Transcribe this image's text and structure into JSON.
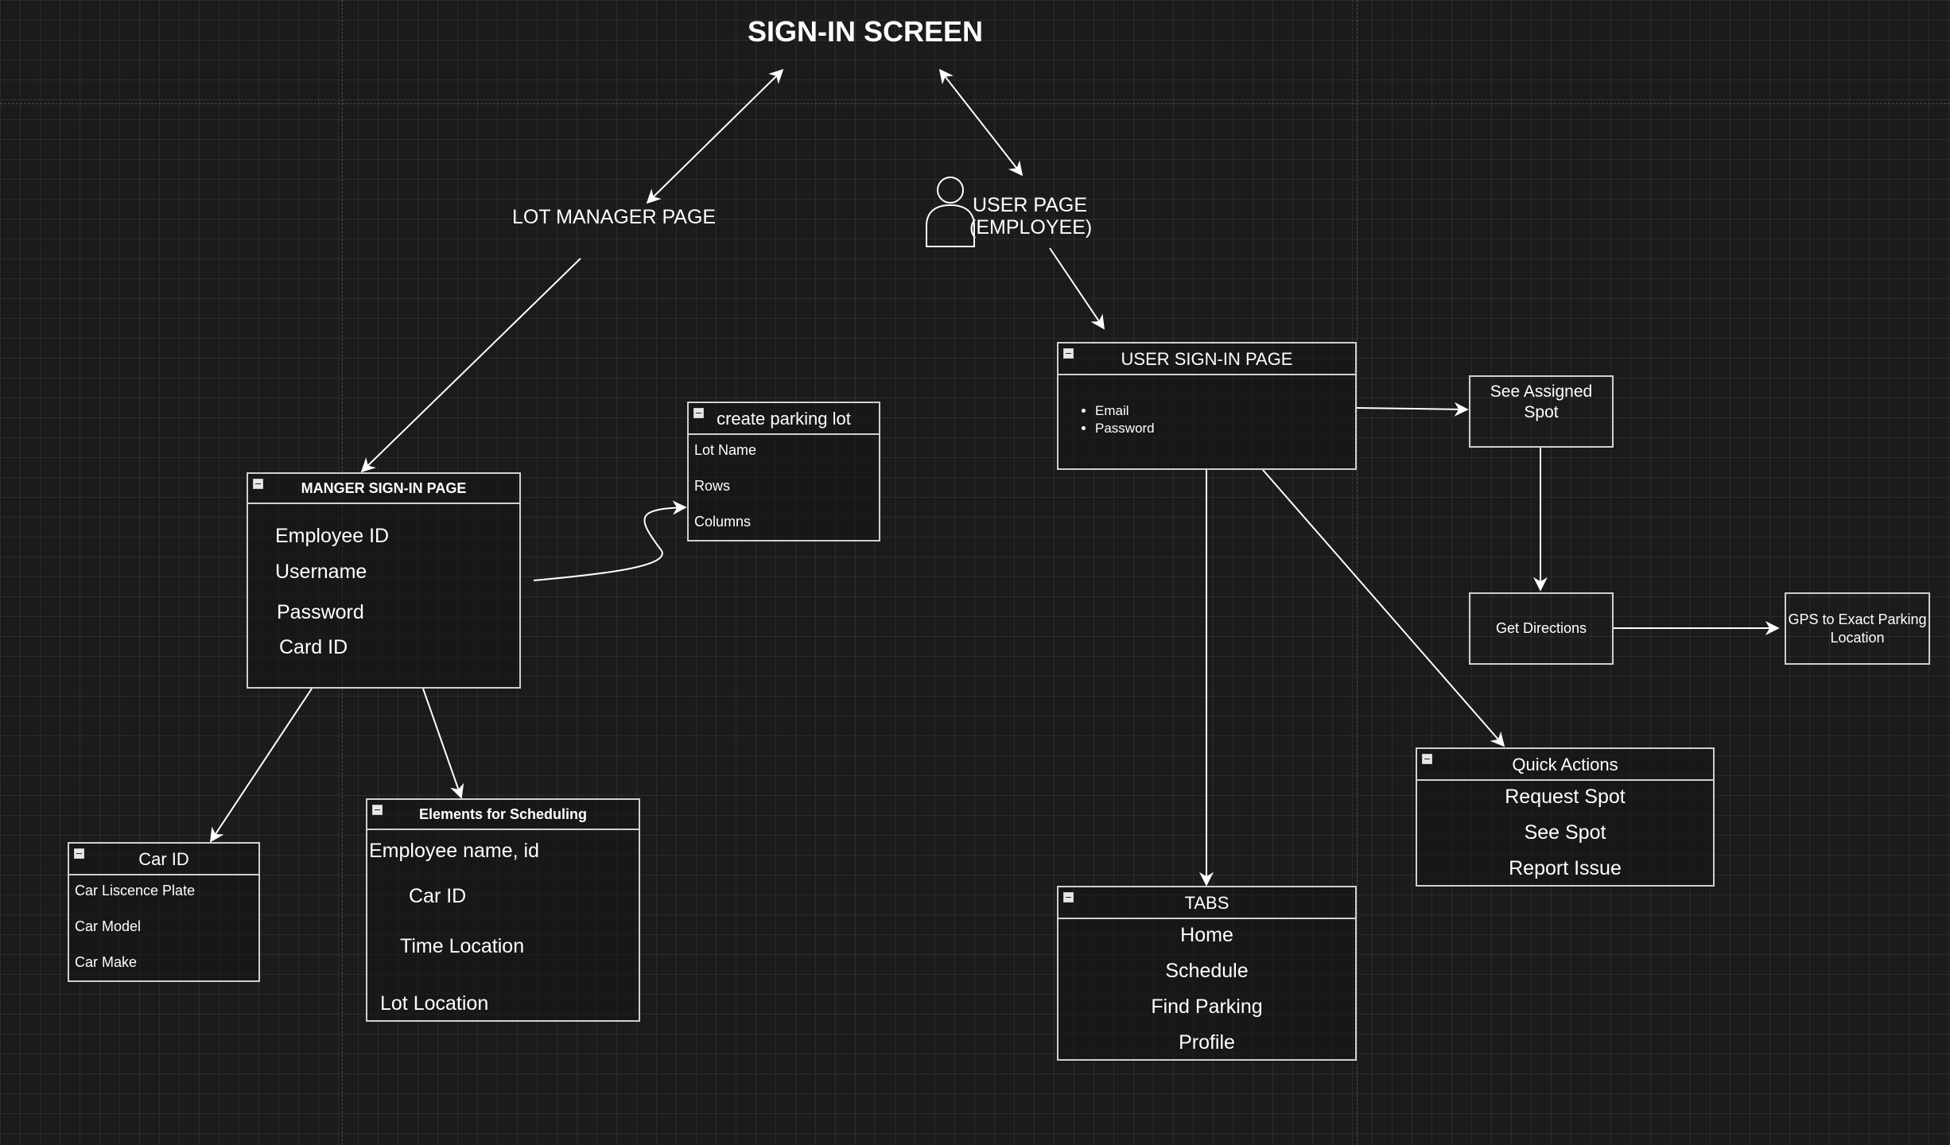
{
  "diagram": {
    "title": "SIGN-IN SCREEN",
    "lot_manager_page": "LOT MANAGER PAGE",
    "user_page": {
      "line1": "USER PAGE",
      "line2": "(EMPLOYEE)"
    },
    "manager_signin": {
      "header": "MANGER SIGN-IN PAGE",
      "fields": [
        "Employee ID",
        "Username",
        "Password",
        "Card ID"
      ]
    },
    "create_parking_lot": {
      "header": "create parking lot",
      "fields": [
        "Lot Name",
        "Rows",
        "Columns"
      ]
    },
    "car_id": {
      "header": "Car ID",
      "fields": [
        "Car Liscence Plate",
        "Car Model",
        "Car Make"
      ]
    },
    "scheduling": {
      "header": "Elements for Scheduling",
      "fields": [
        "Employee name, id",
        "Car ID",
        "Time Location",
        "Lot Location"
      ]
    },
    "user_signin": {
      "header": "USER SIGN-IN PAGE",
      "bullets": [
        "Email",
        "Password"
      ]
    },
    "see_assigned_spot": {
      "line1": "See Assigned",
      "line2": "Spot"
    },
    "get_directions": "Get Directions",
    "gps": {
      "line1": "GPS to Exact Parking",
      "line2": "Location"
    },
    "quick_actions": {
      "header": "Quick Actions",
      "items": [
        "Request Spot",
        "See Spot",
        "Report Issue"
      ]
    },
    "tabs": {
      "header": "TABS",
      "items": [
        "Home",
        "Schedule",
        "Find Parking",
        "Profile"
      ]
    }
  },
  "colors": {
    "background": "#1b1b1b",
    "stroke": "#d0d0d0",
    "text": "#ffffff"
  },
  "icons": {
    "user": "person-icon",
    "collapse": "minus-box-icon"
  }
}
